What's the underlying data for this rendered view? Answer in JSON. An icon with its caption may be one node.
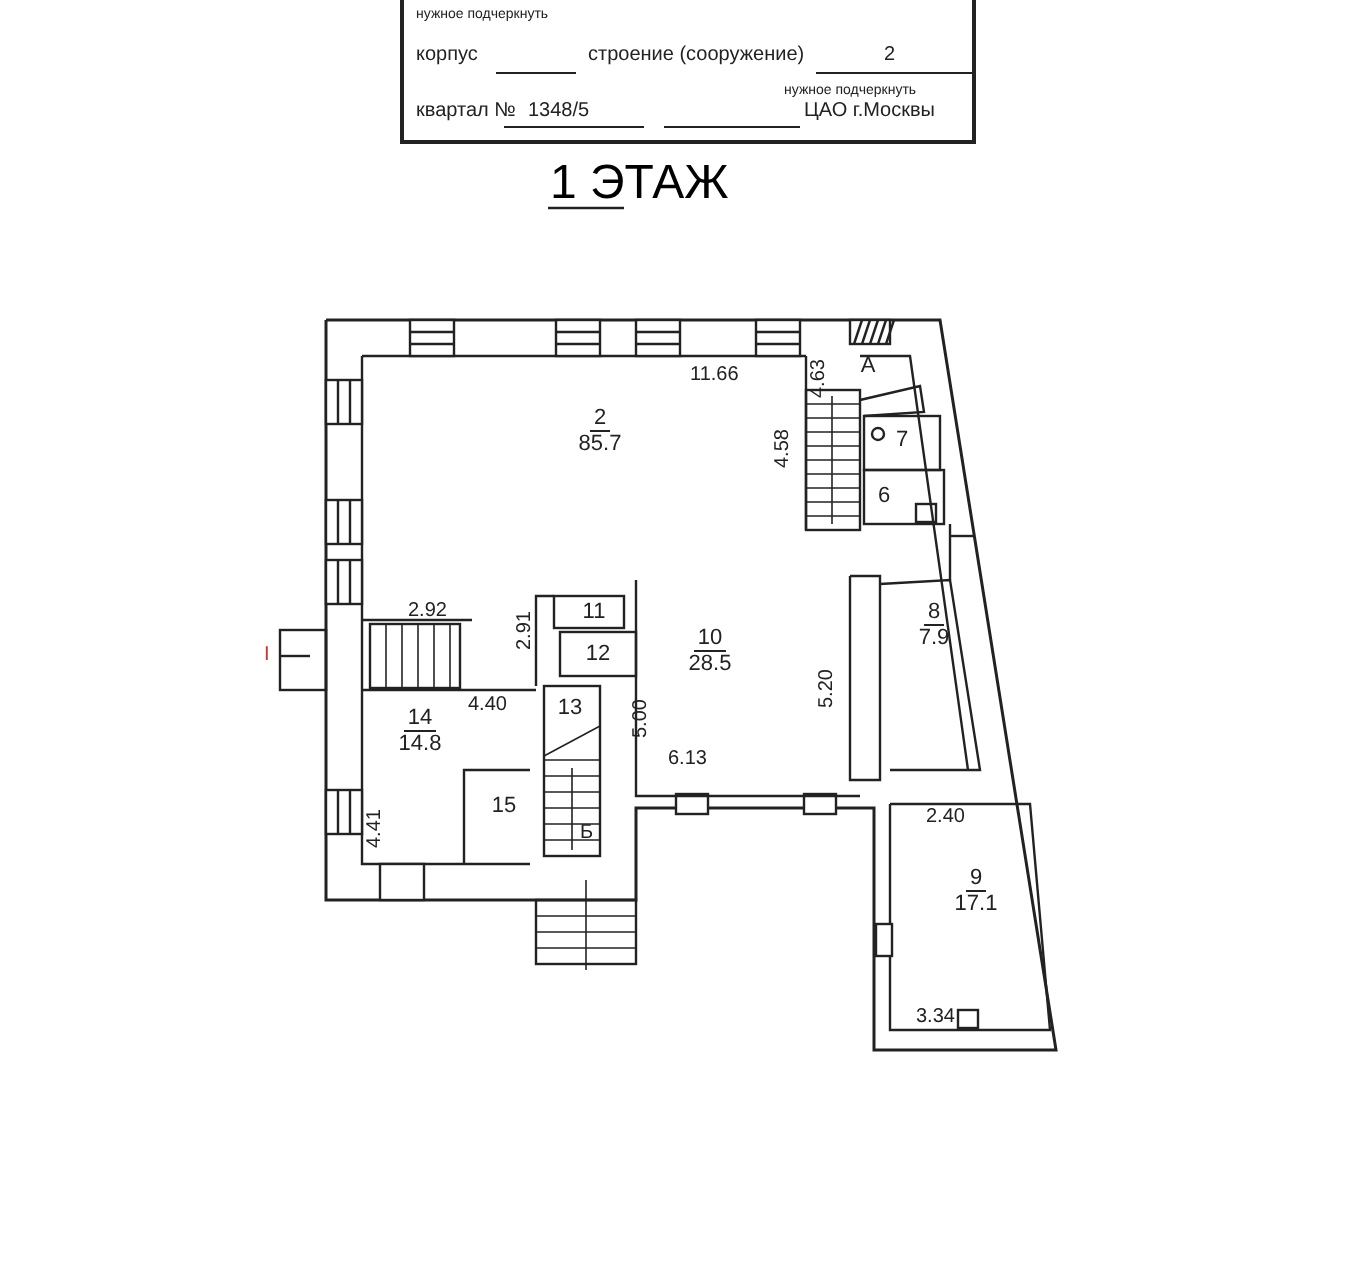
{
  "diagram": {
    "title": "1 ЭТАЖ",
    "nodes": [
      {
        "text": [
          "нужное подчеркнуть",
          "корпус",
          "строение (сооружение)",
          "2",
          "нужное подчеркнуть",
          "квартал №",
          "1348/5",
          "ЦАО г.Москвы"
        ]
      },
      {
        "text": [
          "A"
        ]
      },
      {
        "text": [
          "2",
          "85.7"
        ]
      },
      {
        "text": [
          "7"
        ]
      },
      {
        "text": [
          "6"
        ]
      },
      {
        "text": [
          "11"
        ]
      },
      {
        "text": [
          "12"
        ]
      },
      {
        "text": [
          "10",
          "28.5"
        ]
      },
      {
        "text": [
          "8",
          "7.9"
        ]
      },
      {
        "text": [
          "14",
          "14.8"
        ]
      },
      {
        "text": [
          "13"
        ]
      },
      {
        "text": [
          "15"
        ]
      },
      {
        "text": [
          "9",
          "17.1"
        ]
      }
    ],
    "edges": [],
    "labels": [
      "11.66",
      "4.63",
      "4.58",
      "2.92",
      "2.91",
      "I",
      "4.40",
      "5.00",
      "5.20",
      "6.13",
      "4.41",
      "2.40",
      "Б",
      "3.34"
    ]
  }
}
